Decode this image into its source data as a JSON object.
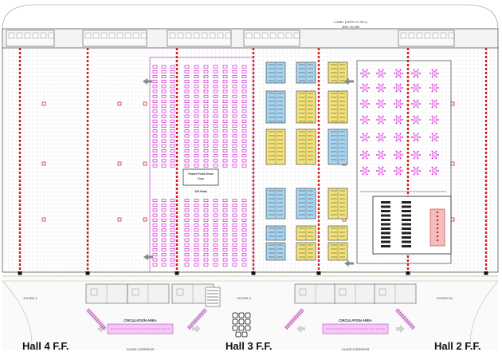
{
  "halls": {
    "left": "Hall 4 F.F.",
    "center": "Hall 3 F.F.",
    "right": "Hall 2 F.F."
  },
  "foyers": {
    "left": "FOYER 4",
    "center": "FOYER 3",
    "right": "FOYER 2A"
  },
  "circulation": {
    "left": "CIRCULATION AREA",
    "right": "CIRCULATION AREA"
  },
  "glass_corridor": {
    "left": "GLASS CORRIDOR",
    "right": "GLASS CORRIDOR"
  },
  "lobby_note": {
    "line1": "LOBBY (OPEN TO SKY)",
    "line2": "3000 SQ MM"
  },
  "stage": {
    "line1": "Power Point Show",
    "line2": "Stage",
    "seats": "192 Pads"
  },
  "colors": {
    "column": "#d81b1b",
    "theatre_row": "#cc00cc",
    "booth_blue": "#a8d4f0",
    "booth_yellow": "#f3e27a",
    "grid": "#d9d9d9",
    "wall": "#444444",
    "circulation": "#e69ae6",
    "door": "#8c8cc8",
    "scale_dots": "#d6c64a"
  }
}
